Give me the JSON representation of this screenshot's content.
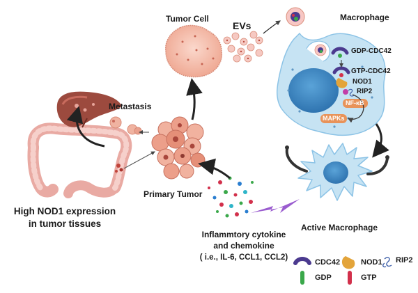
{
  "labels": {
    "tumor_cell": "Tumor Cell",
    "evs": "EVs",
    "macrophage": "Macrophage",
    "gdp_cdc42": "GDP-CDC42",
    "gtp_cdc42": "GTP-CDC42",
    "nod1": "NOD1",
    "rip2": "RIP2",
    "nfkb": "NF-κB",
    "mapks": "MAPKs",
    "metastasis": "Metastasis",
    "primary_tumor": "Primary Tumor",
    "high_nod1_line1": "High NOD1 expression",
    "high_nod1_line2": "in tumor tissues",
    "active_macrophage": "Active  Macrophage",
    "cytokine_line1": "Inflammtory cytokine",
    "cytokine_line2": "and chemokine",
    "cytokine_line3": "( i.e.,  IL-6, CCL1, CCL2)"
  },
  "legend": {
    "cdc42": "CDC42",
    "nod1": "NOD1",
    "rip2": "RIP2",
    "gdp": "GDP",
    "gtp": "GTP"
  },
  "colors": {
    "tumor": "#f2b8a6",
    "tumor_dark": "#c96a5c",
    "macrophage": "#c6e3f3",
    "nucleus": "#3f8cc7",
    "nfkb": "#e8935a",
    "intestine": "#f3c4c0",
    "liver": "#9c4a3e",
    "cdc42": "#4b3a8f",
    "nod1": "#e3a43a",
    "rip2": "#3c5ea8",
    "gdp": "#3aa84a",
    "gtp": "#d2304b",
    "lightning": "#9a5ccf"
  }
}
